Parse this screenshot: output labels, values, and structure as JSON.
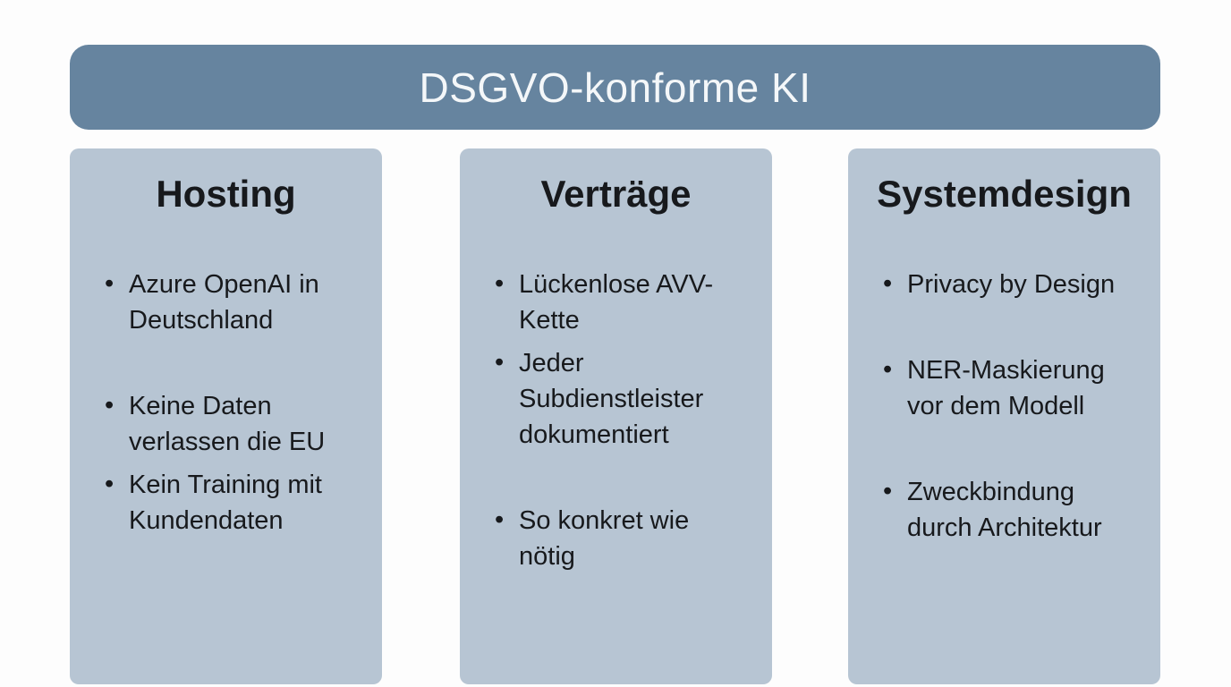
{
  "header": {
    "title": "DSGVO-konforme KI"
  },
  "cards": [
    {
      "title": "Hosting",
      "items": [
        "Azure OpenAI in\nDeutschland",
        "",
        "Keine Daten\nverlassen die EU",
        "Kein Training mit\nKundendaten"
      ]
    },
    {
      "title": "Verträge",
      "items": [
        "Lückenlose AVV-\nKette",
        "Jeder\nSubdienstleister\ndokumentiert",
        "",
        "So konkret wie\nnötig"
      ]
    },
    {
      "title": "Systemdesign",
      "items": [
        "Privacy by Design",
        "",
        "NER-Maskierung\nvor dem Modell",
        "",
        "Zweckbindung\ndurch Architektur"
      ]
    }
  ],
  "bullet_glyph": "•",
  "colors": {
    "page_background": "#fdfdfd",
    "header_background": "#66849f",
    "header_text": "#f4f7f9",
    "card_background": "#b7c5d3",
    "body_text": "#17191c"
  }
}
